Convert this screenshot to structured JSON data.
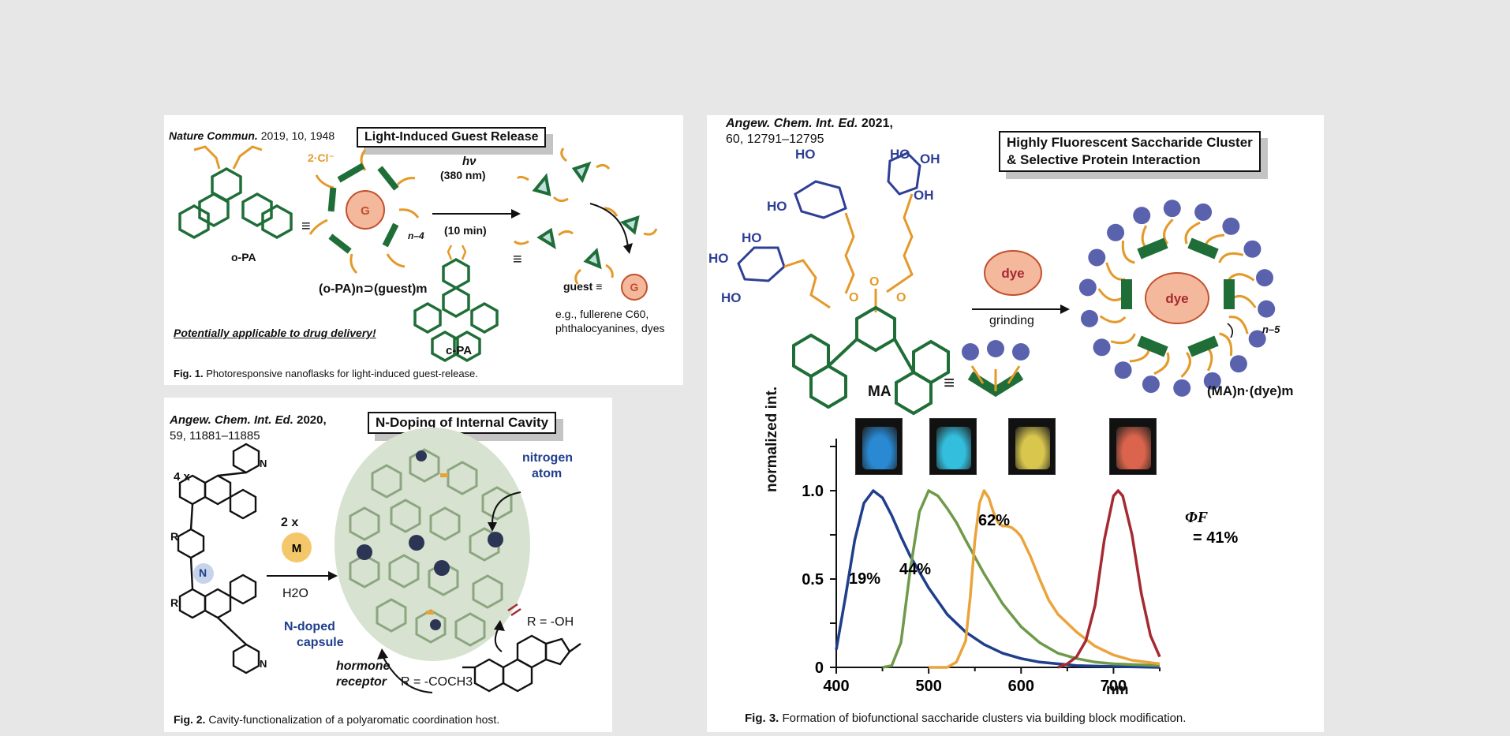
{
  "fig1": {
    "citation_journal": "Nature Commun.",
    "citation_rest": "2019, 10, 1948",
    "header": "Light-Induced Guest Release",
    "label_opa": "o-PA",
    "label_chloride": "2·Cl⁻",
    "label_complex": "(o-PA)n⊃(guest)m",
    "label_n4": "n–4",
    "label_hv": "hν",
    "label_wavelength": "(380 nm)",
    "label_time": "(10 min)",
    "label_cpa": "c-PA",
    "label_guest": "guest ≡",
    "guest_symbol": "G",
    "guest_examples_1": "e.g., fullerene C60,",
    "guest_examples_2": "phthalocyanines, dyes",
    "highlight": "Potentially applicable to drug delivery!",
    "caption_bold": "Fig. 1.",
    "caption_text": "Photoresponsive nanoflasks for light-induced guest-release."
  },
  "fig2": {
    "citation_journal": "Angew. Chem. Int. Ed.",
    "citation_year": "2020,",
    "citation_rest": "59, 11881–11885",
    "header": "N-Doping of Internal Cavity",
    "label_4x": "4 x",
    "label_2x": "2 x",
    "label_metal": "M",
    "label_water": "H2O",
    "label_n": "N",
    "label_r": "R",
    "label_ndoped": "N-doped",
    "label_capsule": "capsule",
    "label_nitrogen": "nitrogen",
    "label_atom": "atom",
    "label_r_oh": "R = -OH",
    "label_hormone": "hormone",
    "label_receptor": "receptor",
    "label_r_coch3": "R = -COCH3",
    "caption_bold": "Fig. 2.",
    "caption_text": "Cavity-functionalization of a polyaromatic coordination host."
  },
  "fig3": {
    "citation_journal": "Angew. Chem. Int. Ed.",
    "citation_year": "2021,",
    "citation_rest": "60, 12791–12795",
    "header_line1": "Highly Fluorescent Saccharide Cluster",
    "header_line2": "& Selective Protein Interaction",
    "label_ma": "MA",
    "label_dye": "dye",
    "label_grinding": "grinding",
    "label_n5": "n–5",
    "label_complex": "(MA)n·(dye)m",
    "label_ho": "HO",
    "label_oh": "OH",
    "caption_bold": "Fig. 3.",
    "caption_text": "Formation of biofunctional saccharide clusters via building block modification.",
    "colors": {
      "blue": "#1f3e8c",
      "green": "#6e9a4a",
      "orange": "#eba43c",
      "red": "#a52a32",
      "structure_green": "#1f6e38",
      "sugar_blue": "#2e3f96",
      "chain_orange": "#e49a2a"
    }
  },
  "chart_data": {
    "type": "line",
    "xlabel": "nm",
    "ylabel": "normalized int.",
    "xlim": [
      400,
      750
    ],
    "ylim": [
      0,
      1.0
    ],
    "xticks": [
      400,
      500,
      600,
      700
    ],
    "yticks": [
      0,
      0.5,
      1.0
    ],
    "series": [
      {
        "color": "#1f3e8c",
        "label": "19%",
        "x": [
          400,
          410,
          420,
          430,
          440,
          450,
          460,
          470,
          480,
          500,
          520,
          540,
          560,
          580,
          600,
          620,
          640,
          660,
          700,
          750
        ],
        "y": [
          0.1,
          0.4,
          0.72,
          0.93,
          1.0,
          0.96,
          0.86,
          0.74,
          0.63,
          0.45,
          0.3,
          0.2,
          0.13,
          0.08,
          0.05,
          0.03,
          0.02,
          0.01,
          0.005,
          0.0
        ]
      },
      {
        "color": "#6e9a4a",
        "label": "44%",
        "x": [
          450,
          460,
          470,
          480,
          490,
          500,
          510,
          520,
          530,
          540,
          560,
          580,
          600,
          620,
          640,
          660,
          680,
          700,
          750
        ],
        "y": [
          0.0,
          0.01,
          0.14,
          0.55,
          0.88,
          1.0,
          0.97,
          0.9,
          0.82,
          0.72,
          0.53,
          0.36,
          0.23,
          0.14,
          0.08,
          0.05,
          0.03,
          0.02,
          0.01
        ]
      },
      {
        "color": "#eba43c",
        "label": "62%",
        "x": [
          500,
          520,
          530,
          540,
          545,
          550,
          555,
          560,
          565,
          570,
          575,
          580,
          585,
          590,
          595,
          600,
          610,
          620,
          630,
          640,
          650,
          660,
          680,
          700,
          720,
          750
        ],
        "y": [
          0.0,
          0.0,
          0.03,
          0.15,
          0.4,
          0.72,
          0.93,
          1.0,
          0.96,
          0.88,
          0.82,
          0.8,
          0.8,
          0.79,
          0.77,
          0.74,
          0.63,
          0.5,
          0.38,
          0.3,
          0.25,
          0.2,
          0.12,
          0.07,
          0.04,
          0.02
        ]
      },
      {
        "color": "#a52a32",
        "label": "ΦF = 41%",
        "x": [
          640,
          650,
          660,
          670,
          680,
          690,
          700,
          705,
          710,
          720,
          730,
          740,
          750
        ],
        "y": [
          0.0,
          0.02,
          0.06,
          0.15,
          0.35,
          0.72,
          0.97,
          1.0,
          0.97,
          0.75,
          0.42,
          0.18,
          0.06
        ]
      }
    ],
    "vial_colors": [
      "#2a8fdc",
      "#35c7e8",
      "#e2cf50",
      "#e4684f"
    ]
  }
}
